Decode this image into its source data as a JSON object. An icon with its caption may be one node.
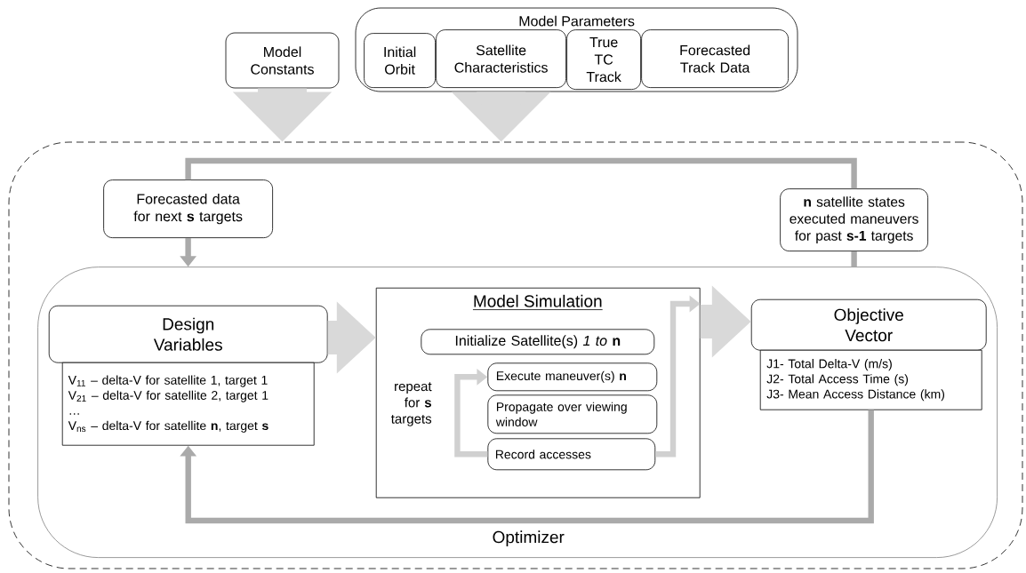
{
  "diagram": {
    "nodes": [
      {
        "text": [
          "Model Constants"
        ]
      },
      {
        "text": [
          "Model Parameters"
        ]
      },
      {
        "text": [
          "Initial Orbit"
        ],
        "in": 1
      },
      {
        "text": [
          "Satellite Characteristics"
        ],
        "in": 1
      },
      {
        "text": [
          "True TC Track"
        ],
        "in": 1
      },
      {
        "text": [
          "Forecasted Track Data"
        ],
        "in": 1
      },
      {
        "text": [],
        "shape": "box"
      },
      {
        "text": [
          "Forecasted data for next **s** targets"
        ],
        "in": 6
      },
      {
        "text": [
          "**n** satellite states executed maneuvers for past **s-1** targets"
        ],
        "in": 6
      },
      {
        "text": [
          "Optimizer"
        ],
        "in": 6
      },
      {
        "text": [
          "Design Variables"
        ],
        "in": 9
      },
      {
        "text": [
          "V$_{11}$ – delta-V for satellite 1, target 1",
          "V$_{21}$ – delta-V for satellite 2, target 1",
          "…",
          "V$_{ns}$ – delta-V for satellite **n**, target **s**"
        ],
        "in": 9
      },
      {
        "text": [
          "Model Simulation"
        ],
        "in": 9
      },
      {
        "text": [
          "Initialize Satellite(s) *1 to* **n**"
        ],
        "in": 12
      },
      {
        "text": [
          "Execute maneuver(s) **n**"
        ],
        "in": 12
      },
      {
        "text": [
          "Propagate over viewing window"
        ],
        "in": 12
      },
      {
        "text": [
          "Record accesses"
        ],
        "in": 12
      },
      {
        "text": [
          "Objective Vector"
        ],
        "in": 9
      },
      {
        "text": [
          "J1- Total Delta-V (m/s)",
          "J2- Total Access Time (s)",
          "J3- Mean Access Distance (km)"
        ],
        "in": 9
      }
    ],
    "edges": [
      {
        "from": 0,
        "to": 6,
        "arrow": "to",
        "style": "thick",
        "color": "#d9d9d9"
      },
      {
        "from": 1,
        "to": 6,
        "arrow": "to",
        "style": "thick",
        "color": "#d9d9d9"
      },
      {
        "from": 10,
        "to": 12,
        "arrow": "to",
        "style": "thick",
        "color": "#d9d9d9"
      },
      {
        "from": 12,
        "to": 17,
        "arrow": "to",
        "style": "thick",
        "color": "#d9d9d9"
      },
      {
        "from": 16,
        "to": 12,
        "arrow": "to",
        "color": "#d0d0d0"
      },
      {
        "from": 16,
        "to": 14,
        "arrow": "to",
        "label": "repeat for **s** targets",
        "color": "#d0d0d0"
      },
      {
        "from": 18,
        "to": 11,
        "arrow": "to",
        "color": "#aaaaaa"
      },
      {
        "from": 9,
        "to": 8,
        "arrow": "none",
        "color": "#aaaaaa"
      },
      {
        "from": 8,
        "to": 7,
        "arrow": "none",
        "color": "#aaaaaa"
      },
      {
        "from": 7,
        "to": 9,
        "arrow": "to",
        "color": "#aaaaaa"
      }
    ]
  }
}
